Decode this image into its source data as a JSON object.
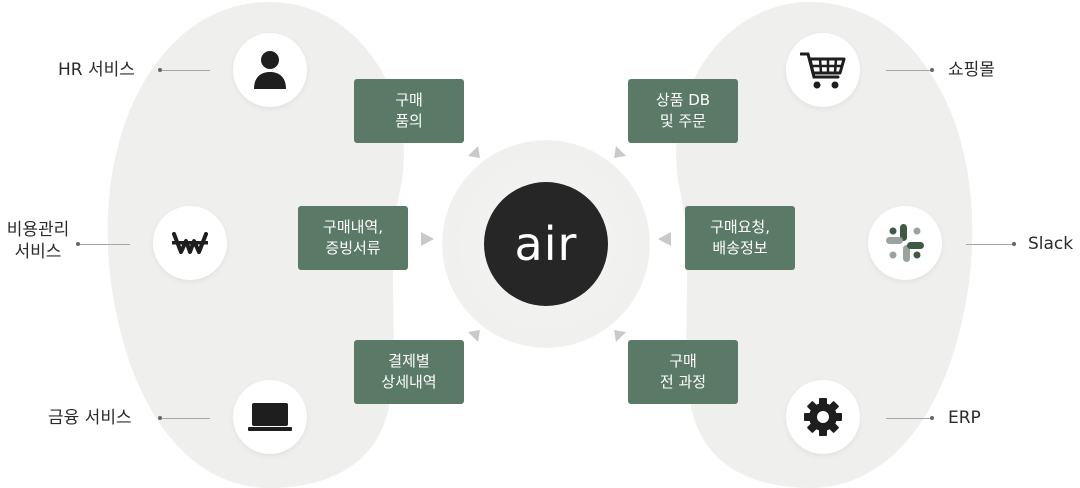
{
  "hub": {
    "logo_text": "air"
  },
  "left_services": [
    {
      "label": "HR 서비스",
      "icon": "person-icon"
    },
    {
      "label_lines": [
        "비용관리",
        "서비스"
      ],
      "icon": "won-icon"
    },
    {
      "label": "금융 서비스",
      "icon": "laptop-icon"
    }
  ],
  "right_services": [
    {
      "label": "쇼핑몰",
      "icon": "shopping-cart-icon"
    },
    {
      "label": "Slack",
      "icon": "slack-icon"
    },
    {
      "label": "ERP",
      "icon": "gear-icon"
    }
  ],
  "flows_left": [
    {
      "lines": [
        "구매",
        "품의"
      ]
    },
    {
      "lines": [
        "구매내역,",
        "증빙서류"
      ]
    },
    {
      "lines": [
        "결제별",
        "상세내역"
      ]
    }
  ],
  "flows_right": [
    {
      "lines": [
        "상품 DB",
        "및 주문"
      ]
    },
    {
      "lines": [
        "구매요청,",
        "배송정보"
      ]
    },
    {
      "lines": [
        "구매",
        "전 과정"
      ]
    }
  ],
  "colors": {
    "box": "#5a7a67",
    "hub": "#262626",
    "band": "#eeeeec",
    "slack_green": "#3d5a44",
    "slack_gray": "#9aa49d"
  }
}
